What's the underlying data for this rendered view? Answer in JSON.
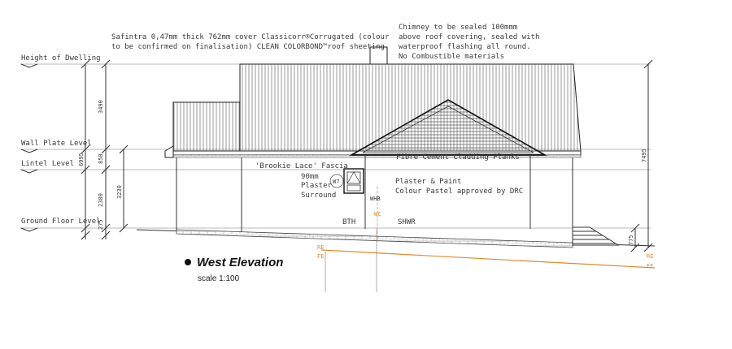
{
  "drawing": {
    "title": "West Elevation",
    "scale": "scale 1:100",
    "levels": {
      "height_of_dwelling": "Height of Dwelling",
      "wall_plate": "Wall Plate Level",
      "lintel": "Lintel Level",
      "ground_floor": "Ground Floor Level"
    },
    "dimensions": {
      "d3490": "3490",
      "d850": "850",
      "d2380": "2380",
      "d275": "275",
      "d6995": "6995",
      "d3230": "3230",
      "d7495": "7495",
      "d775": "775"
    },
    "notes": {
      "roof_1": "Safintra 0,47mm thick 762mm cover Classicorr®Corrugated (colour",
      "roof_2": "to be confirmed on finalisation) CLEAN COLORBOND™roof sheeting.",
      "chimney_1": "Chimney to be sealed 100mmm",
      "chimney_2": "above roof covering, sealed with",
      "chimney_3": "waterproof flashing all round.",
      "chimney_4": "No Combustible materials",
      "fibre": "Fibre Cement Cladding Planks",
      "fascia": "'Brookie Lace' Fascia",
      "plaster_1": "90mm",
      "plaster_2": "Plaster",
      "plaster_3": "Surround",
      "window": "W7",
      "paint_1": "Plaster & Paint",
      "paint_2": "Colour Pastel approved by DRC",
      "whb": "WHB",
      "wc": "WC",
      "bth": "BTH",
      "shwr": "SHWR",
      "re_left": "RE",
      "fe_left": "FE",
      "re_right": "RE",
      "fe_right": "FE"
    },
    "colors": {
      "line": "#333333",
      "accent": "#e08a2a"
    }
  }
}
